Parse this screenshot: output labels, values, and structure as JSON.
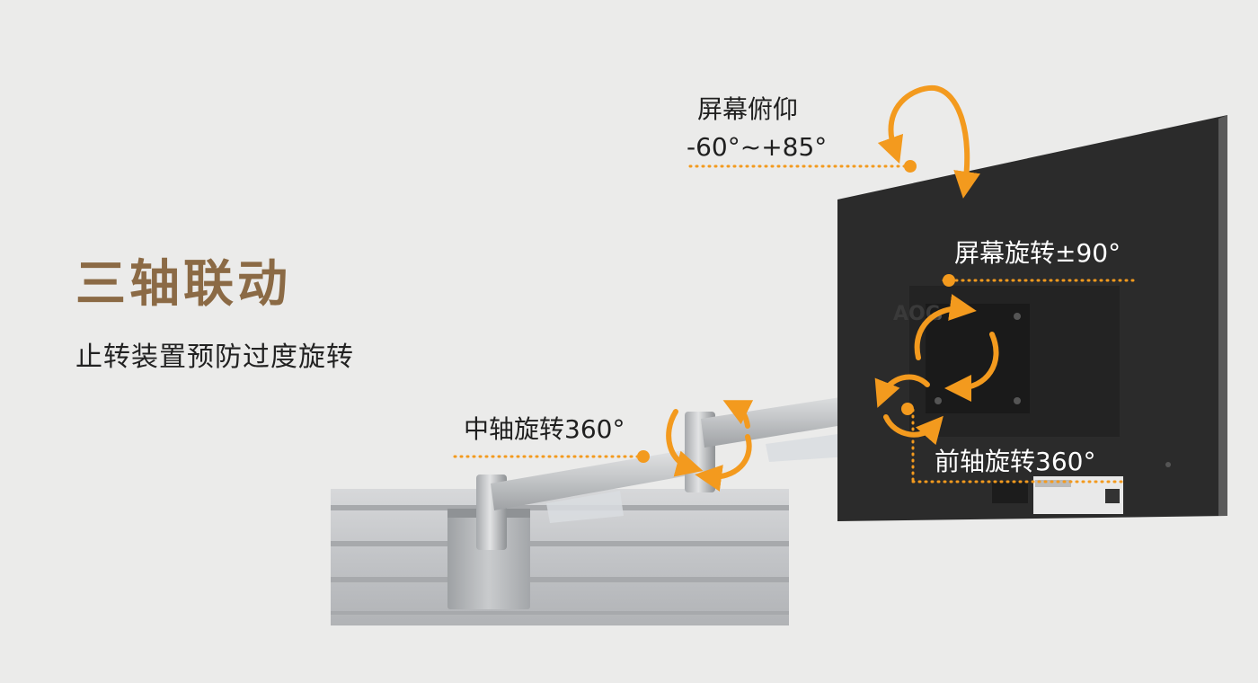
{
  "heading": {
    "title": "三轴联动",
    "subtitle": "止转装置预防过度旋转"
  },
  "annotations": {
    "tilt_label": "屏幕俯仰",
    "tilt_range": "-60°~+85°",
    "screen_rotation": "屏幕旋转±90°",
    "middle_axis": "中轴旋转360°",
    "front_axis": "前轴旋转360°"
  },
  "monitor": {
    "brand_mark": "AOC"
  },
  "colors": {
    "background": "#ebebea",
    "title": "#8b6a45",
    "accent_orange": "#f39a1e",
    "monitor_back": "#2a2a2a",
    "aluminum": "#c4c6c8"
  }
}
